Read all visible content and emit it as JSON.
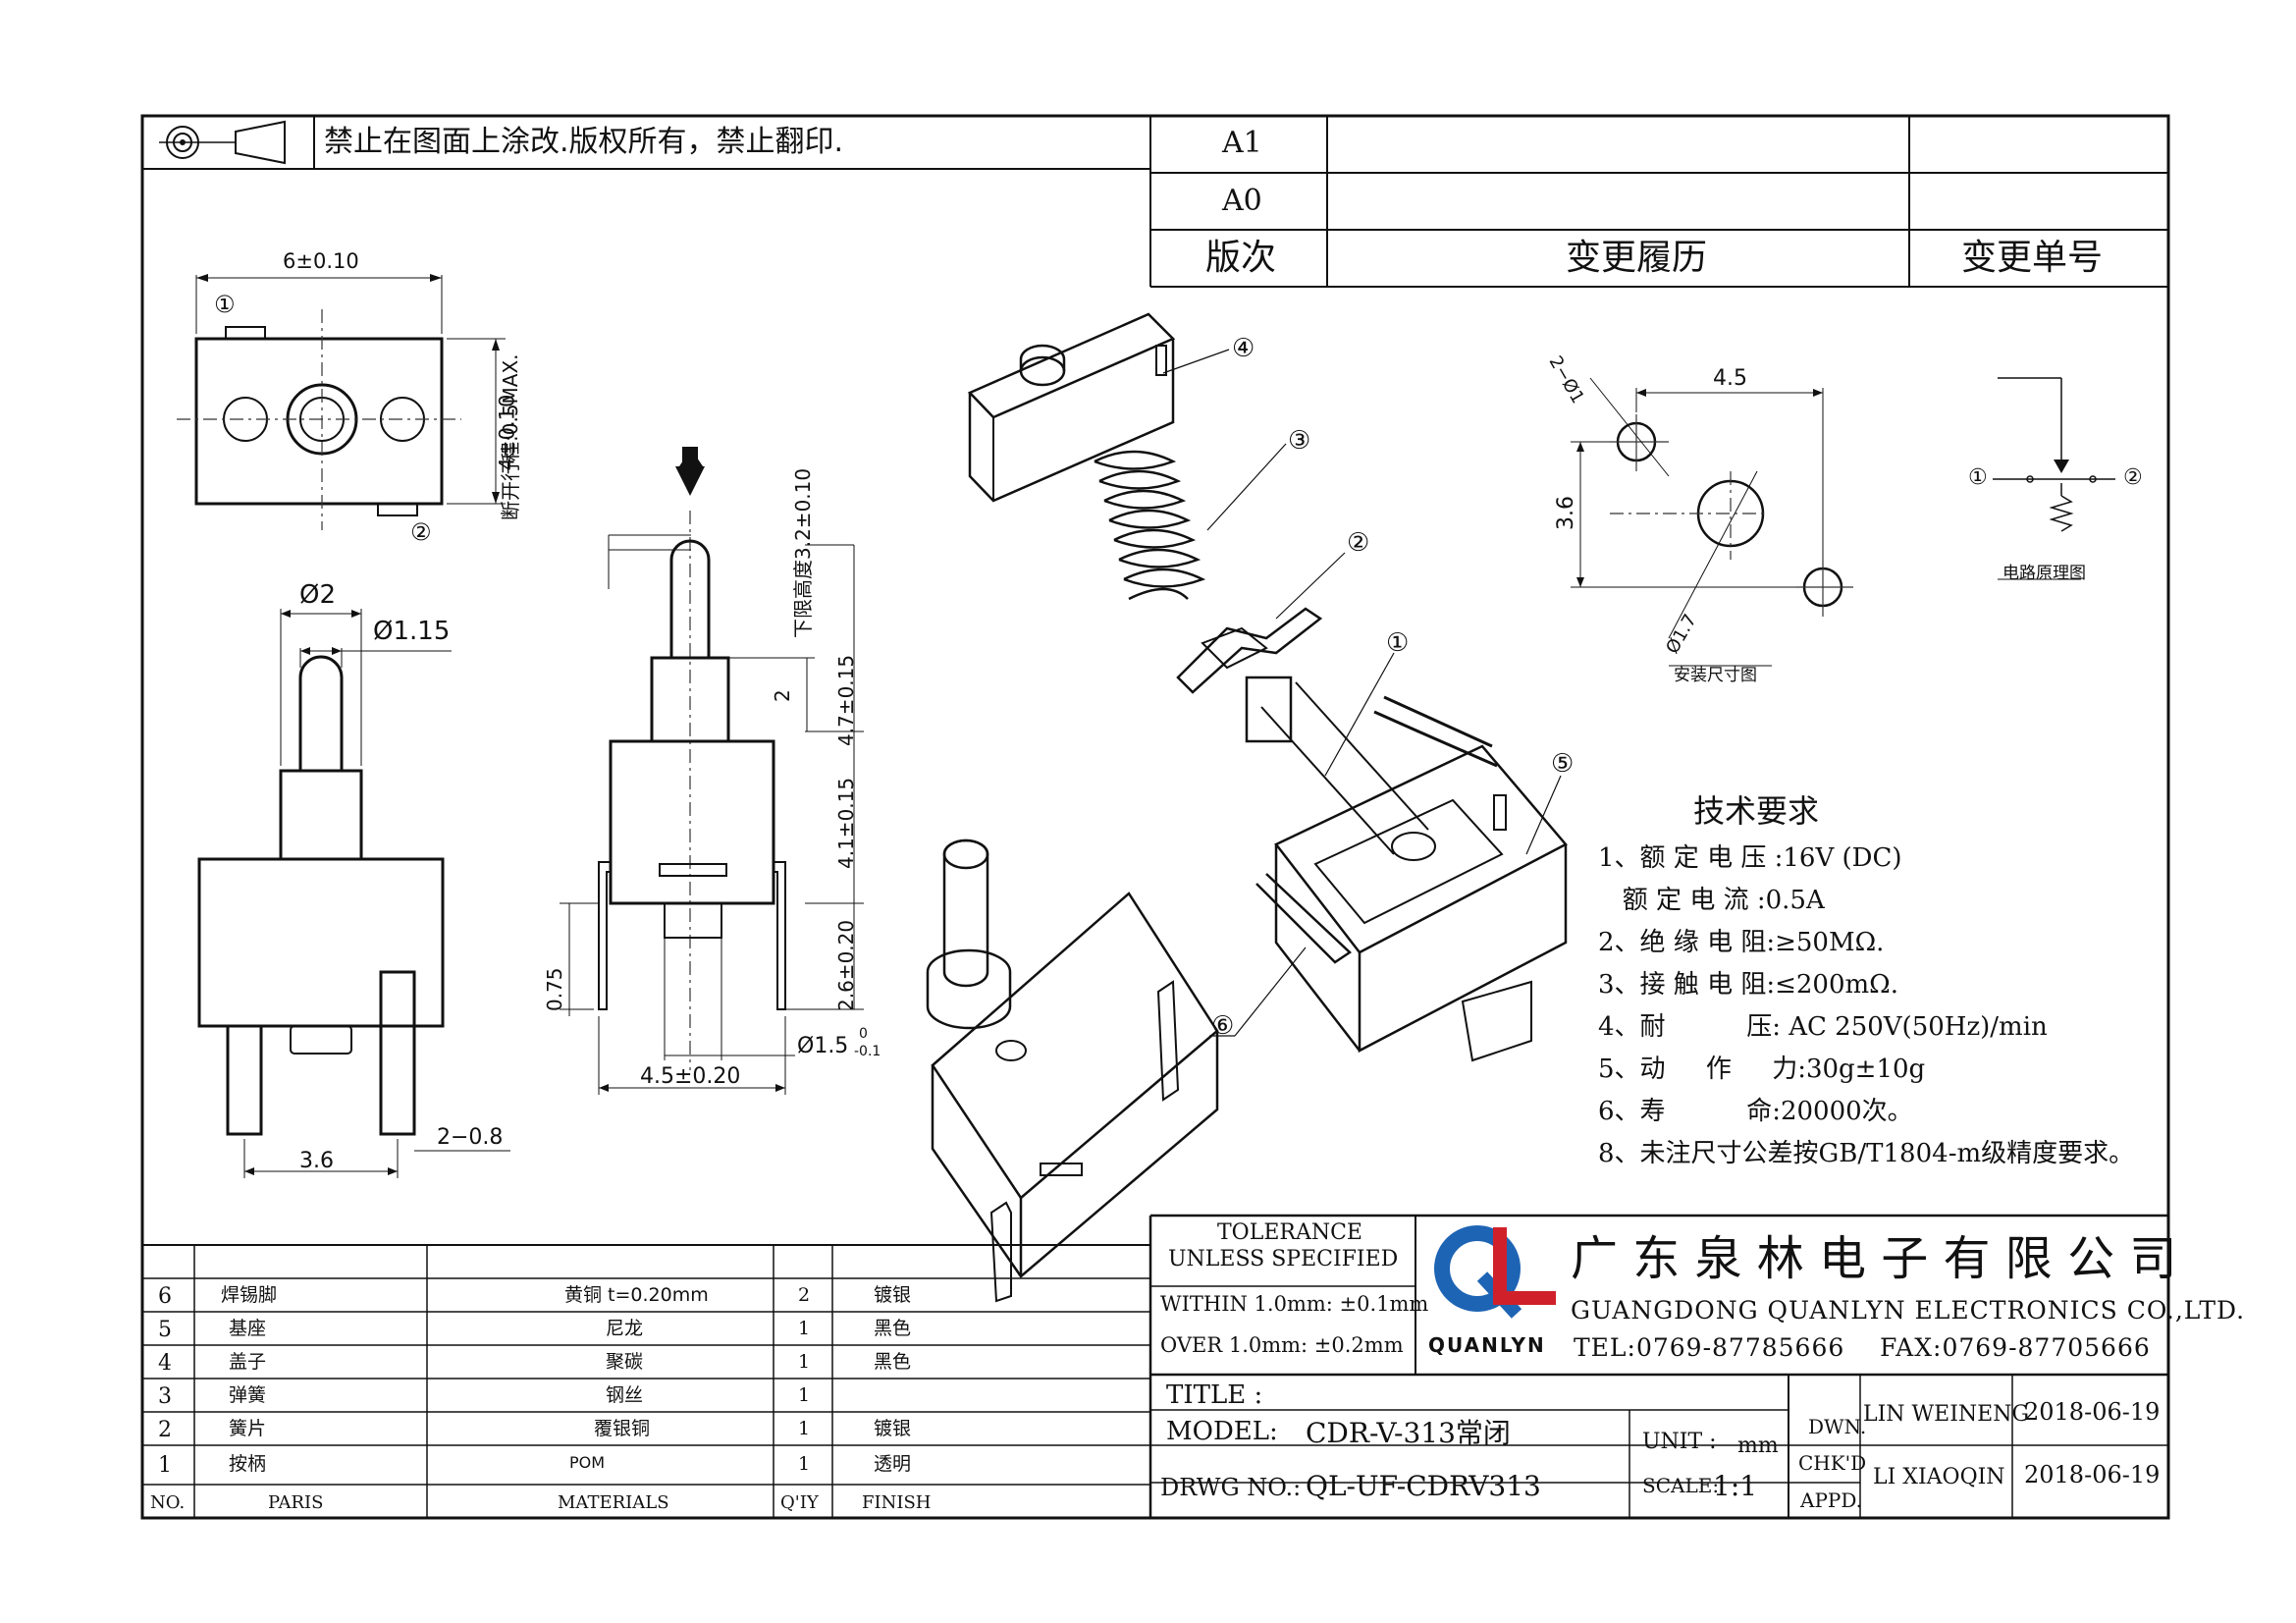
{
  "notice": "禁止在图面上涂改.版权所有，禁止翻印.",
  "revision": {
    "rows": [
      "A1",
      "A0"
    ],
    "header": {
      "version": "版次",
      "history": "变更履历",
      "change_no": "变更单号"
    }
  },
  "dimensions": {
    "top_width": "6±0.10",
    "top_height": "4±0.10",
    "marker1": "①",
    "marker2": "②",
    "d2": "Ø2",
    "d115": "Ø1.15",
    "pitch": "3.6",
    "pin": "2−0.8",
    "stroke": "断开行程:0.5MAX.",
    "lower_height": "下限高度3.2±0.10",
    "h47": "4.7±0.15",
    "h2": "2",
    "h41": "4.1±0.15",
    "h26": "2.6±0.20",
    "h075": "0.75",
    "w45": "4.5±0.20",
    "d15": "Ø1.5",
    "d15_tol_upper": "0",
    "d15_tol_lower": "-0.1"
  },
  "exploded_labels": [
    "④",
    "③",
    "②",
    "①",
    "⑤",
    "⑥"
  ],
  "mounting": {
    "d1": "2−Ø1",
    "w": "4.5",
    "h": "3.6",
    "d17": "Ø1.7",
    "caption": "安装尺寸图"
  },
  "circuit": {
    "left": "①",
    "right": "②",
    "caption": "电路原理图"
  },
  "tech": {
    "title": "技术要求",
    "lines": [
      "1、额 定 电 压 :16V (DC)",
      "   额 定 电 流 :0.5A",
      "2、绝 缘 电 阻:≥50MΩ.",
      "3、接 触 电 阻:≤200mΩ.",
      "4、耐          压: AC 250V(50Hz)/min",
      "5、动     作     力:30g±10g",
      "6、寿          命:20000次。",
      "8、未注尺寸公差按GB/T1804-m级精度要求。"
    ]
  },
  "bom": {
    "rows": [
      {
        "no": "6",
        "part": "焊锡脚",
        "material": "黄铜  t=0.20mm",
        "qty": "2",
        "finish": "镀银"
      },
      {
        "no": "5",
        "part": "基座",
        "material": "尼龙",
        "qty": "1",
        "finish": "黑色"
      },
      {
        "no": "4",
        "part": "盖子",
        "material": "聚碳",
        "qty": "1",
        "finish": "黑色"
      },
      {
        "no": "3",
        "part": "弹簧",
        "material": "钢丝",
        "qty": "1",
        "finish": ""
      },
      {
        "no": "2",
        "part": "簧片",
        "material": "覆银铜",
        "qty": "1",
        "finish": "镀银"
      },
      {
        "no": "1",
        "part": "按柄",
        "material": "POM",
        "qty": "1",
        "finish": "透明"
      }
    ],
    "header": {
      "no": "NO.",
      "part": "PARIS",
      "material": "MATERIALS",
      "qty": "Q'IY",
      "finish": "FINISH"
    }
  },
  "tolerance": {
    "title1": "TOLERANCE",
    "title2": "UNLESS SPECIFIED",
    "within": "WITHIN 1.0mm: ±0.1mm",
    "over": "OVER 1.0mm:   ±0.2mm"
  },
  "company": {
    "logo_text": "QUANLYN",
    "name_cn": "广 东 泉 林 电 子 有 限 公 司",
    "name_en": "GUANGDONG QUANLYN ELECTRONICS CO.,LTD.",
    "tel": "TEL:0769-87785666",
    "fax": "FAX:0769-87705666",
    "colors": {
      "blue": "#1e64b4",
      "red": "#d0202a"
    }
  },
  "titleblock": {
    "title_label": "TITLE :",
    "model_label": "MODEL:",
    "model": "CDR-V-313常闭",
    "drwg_label": "DRWG NO.:",
    "drwg": "QL-UF-CDRV313",
    "unit_label": "UNIT :",
    "unit": "mm",
    "scale_label": "SCALE:",
    "scale": "1:1",
    "dwn": "DWN.",
    "chk": "CHK'D",
    "appd": "APPD.",
    "drawn_by": "LIN WEINENG",
    "drawn_date": "2018-06-19",
    "checked_by": "LI XIAOQIN",
    "checked_date": "2018-06-19"
  }
}
